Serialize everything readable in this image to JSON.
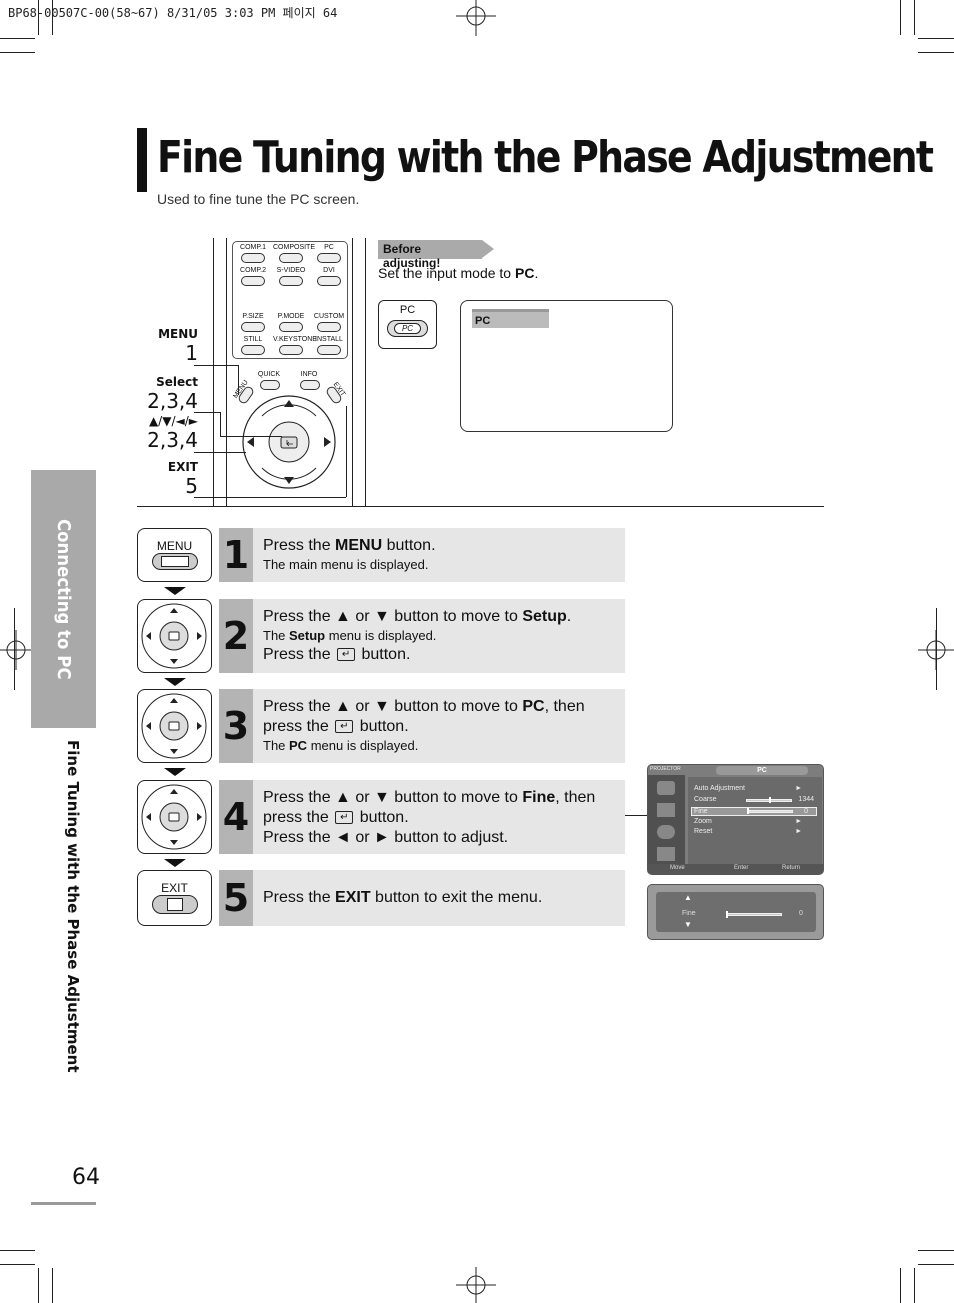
{
  "print_header": "BP68-00507C-00(58~67)  8/31/05  3:03 PM 페이지 64",
  "title": "Fine Tuning with the Phase Adjustment",
  "subtitle": "Used to fine tune the PC screen.",
  "side_tab": {
    "section": "Connecting to PC",
    "subsection": "Fine Tuning with the Phase Adjustment"
  },
  "remote": {
    "keys": {
      "comp1": "COMP.1",
      "composite": "COMPOSITE",
      "pc": "PC",
      "comp2": "COMP.2",
      "svideo": "S-VIDEO",
      "dvi": "DVI",
      "psize": "P.SIZE",
      "pmode": "P.MODE",
      "custom": "CUSTOM",
      "still": "STILL",
      "vkeystone": "V.KEYSTONE",
      "install": "INSTALL",
      "quick": "QUICK",
      "info": "INFO",
      "menu": "MENU",
      "exit": "EXIT"
    },
    "callouts": [
      {
        "label": "MENU",
        "steps": "1"
      },
      {
        "label": "Select",
        "steps": "2,3,4"
      },
      {
        "label": "▲/▼/◄/►",
        "steps": "2,3,4"
      },
      {
        "label": "EXIT",
        "steps": "5"
      }
    ]
  },
  "before": {
    "tag": "Before adjusting!",
    "text_prefix": "Set the input mode to ",
    "text_bold": "PC",
    "text_suffix": ".",
    "pc_key_label": "PC",
    "pc_key_sub": "PC",
    "screen_tab": "PC"
  },
  "steps": [
    {
      "num": "1",
      "key": "MENU",
      "l1a": "Press the ",
      "l1b": "MENU",
      "l1c": " button.",
      "sub": "The main menu is displayed."
    },
    {
      "num": "2",
      "l1a": "Press the ▲ or ▼ button to move to ",
      "l1b": "Setup",
      "l1c": ".",
      "sub_a": "The ",
      "sub_b": "Setup",
      "sub_c": " menu is displayed.",
      "l3a": "Press the ",
      "l3c": " button."
    },
    {
      "num": "3",
      "l1a": "Press the ▲ or ▼ button to move to ",
      "l1b": "PC",
      "l1c": ", then",
      "l2a": "press the ",
      "l2c": " button.",
      "sub_a": "The ",
      "sub_b": "PC",
      "sub_c": " menu is displayed."
    },
    {
      "num": "4",
      "l1a": "Press the ▲ or ▼ button to move to ",
      "l1b": "Fine",
      "l1c": ", then",
      "l2a": "press the ",
      "l2c": " button.",
      "l3": "Press the ◄ or ► button to adjust."
    },
    {
      "num": "5",
      "key": "EXIT",
      "l1a": "Press the ",
      "l1b": "EXIT",
      "l1c": " button to exit the menu."
    }
  ],
  "osd": {
    "brand": "PROJECTOR",
    "header": "PC",
    "items": [
      {
        "label": "Auto Adjustment",
        "value": "►"
      },
      {
        "label": "Coarse",
        "value": "1344",
        "level": 0.5
      },
      {
        "label": "Fine",
        "value": "0",
        "level": 0.0
      },
      {
        "label": "Zoom",
        "value": "►"
      },
      {
        "label": "Reset",
        "value": "►"
      }
    ],
    "footer": {
      "move": "Move",
      "enter": "Enter",
      "return": "Return"
    },
    "slider": {
      "label": "Fine",
      "value": "0",
      "level": 0.0
    }
  },
  "page_number": "64"
}
